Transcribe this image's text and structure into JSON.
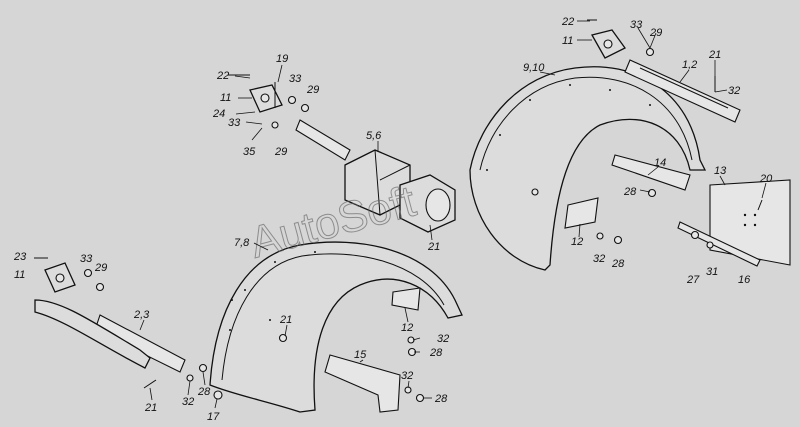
{
  "watermark": "AutoSoft",
  "labels": {
    "l1": "22",
    "l2": "11",
    "l3": "33",
    "l4": "29",
    "l5": "21",
    "l6": "1,2",
    "l7": "32",
    "l8": "9,10",
    "l9": "19",
    "l10": "22",
    "l11": "33",
    "l12": "29",
    "l13": "11",
    "l14": "24",
    "l15": "33",
    "l16": "35",
    "l17": "29",
    "l18": "5,6",
    "l19": "21",
    "l20": "14",
    "l21": "13",
    "l22": "20",
    "l23": "28",
    "l24": "12",
    "l25": "32",
    "l26": "28",
    "l27": "27",
    "l28": "31",
    "l29": "16",
    "l30": "23",
    "l31": "33",
    "l32": "11",
    "l33": "29",
    "l34": "7,8",
    "l35": "2,3",
    "l36": "21",
    "l37": "12",
    "l38": "32",
    "l39": "28",
    "l40": "15",
    "l41": "21",
    "l42": "32",
    "l43": "28",
    "l44": "17",
    "l45": "32",
    "l46": "28"
  }
}
